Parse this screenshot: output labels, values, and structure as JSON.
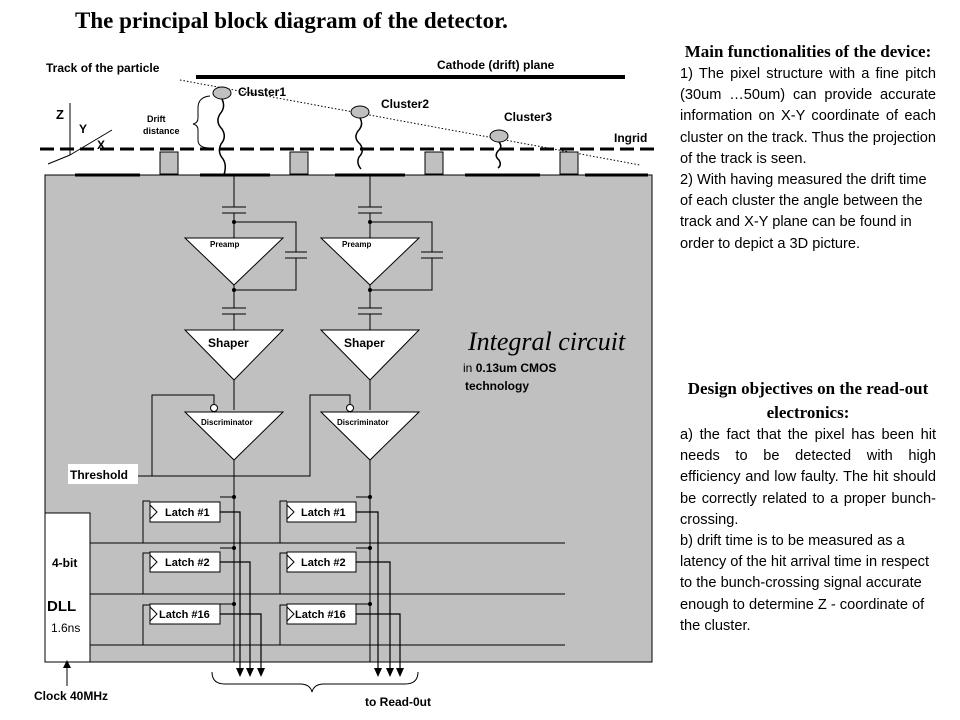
{
  "title": "The principal block diagram of the detector.",
  "diagram": {
    "track_label": "Track of the particle",
    "cathode_label": "Cathode (drift) plane",
    "axis_z": "Z",
    "axis_y": "Y",
    "axis_x": "X",
    "drift_distance_line1": "Drift",
    "drift_distance_line2": "distance",
    "cluster1": "Cluster1",
    "cluster2": "Cluster2",
    "cluster3": "Cluster3",
    "ingrid_label": "Ingrid",
    "preamp_label": "Preamp",
    "shaper_label": "Shaper",
    "discriminator_label": "Discriminator",
    "threshold_label": "Threshold",
    "latch1_label": "Latch #1",
    "latch2_label": "Latch #2",
    "latch16_label": "Latch #16",
    "dll_bits": "4-bit",
    "dll_label": "DLL",
    "dll_step": "1.6ns",
    "clock_label": "Clock 40MHz",
    "readout_label": "to Read-0ut",
    "ic_title": "Integral circuit",
    "ic_in": "in ",
    "ic_tech_line1": "0.13um CMOS",
    "ic_tech_line2": "technology"
  },
  "sidebar": {
    "heading1": "Main functionalities of the device:",
    "point1": "1) The pixel structure with a fine pitch (30um …50um) can provide accurate information on X-Y coordinate of each cluster on the track. Thus the projection of the track is seen.",
    "point2": "2) With having measured the drift time of each cluster the angle between the track and X-Y plane can be found in order to depict a 3D picture.",
    "heading2": "Design objectives on the read-out electronics:",
    "point_a": "a) the fact that the pixel has been hit needs to be detected with high efficiency and low faulty. The hit should be correctly related to a proper bunch-crossing.",
    "point_b": "b) drift time is to be measured as a latency of the hit arrival time in respect to the bunch-crossing signal accurate enough to determine Z - coordinate of the cluster."
  }
}
